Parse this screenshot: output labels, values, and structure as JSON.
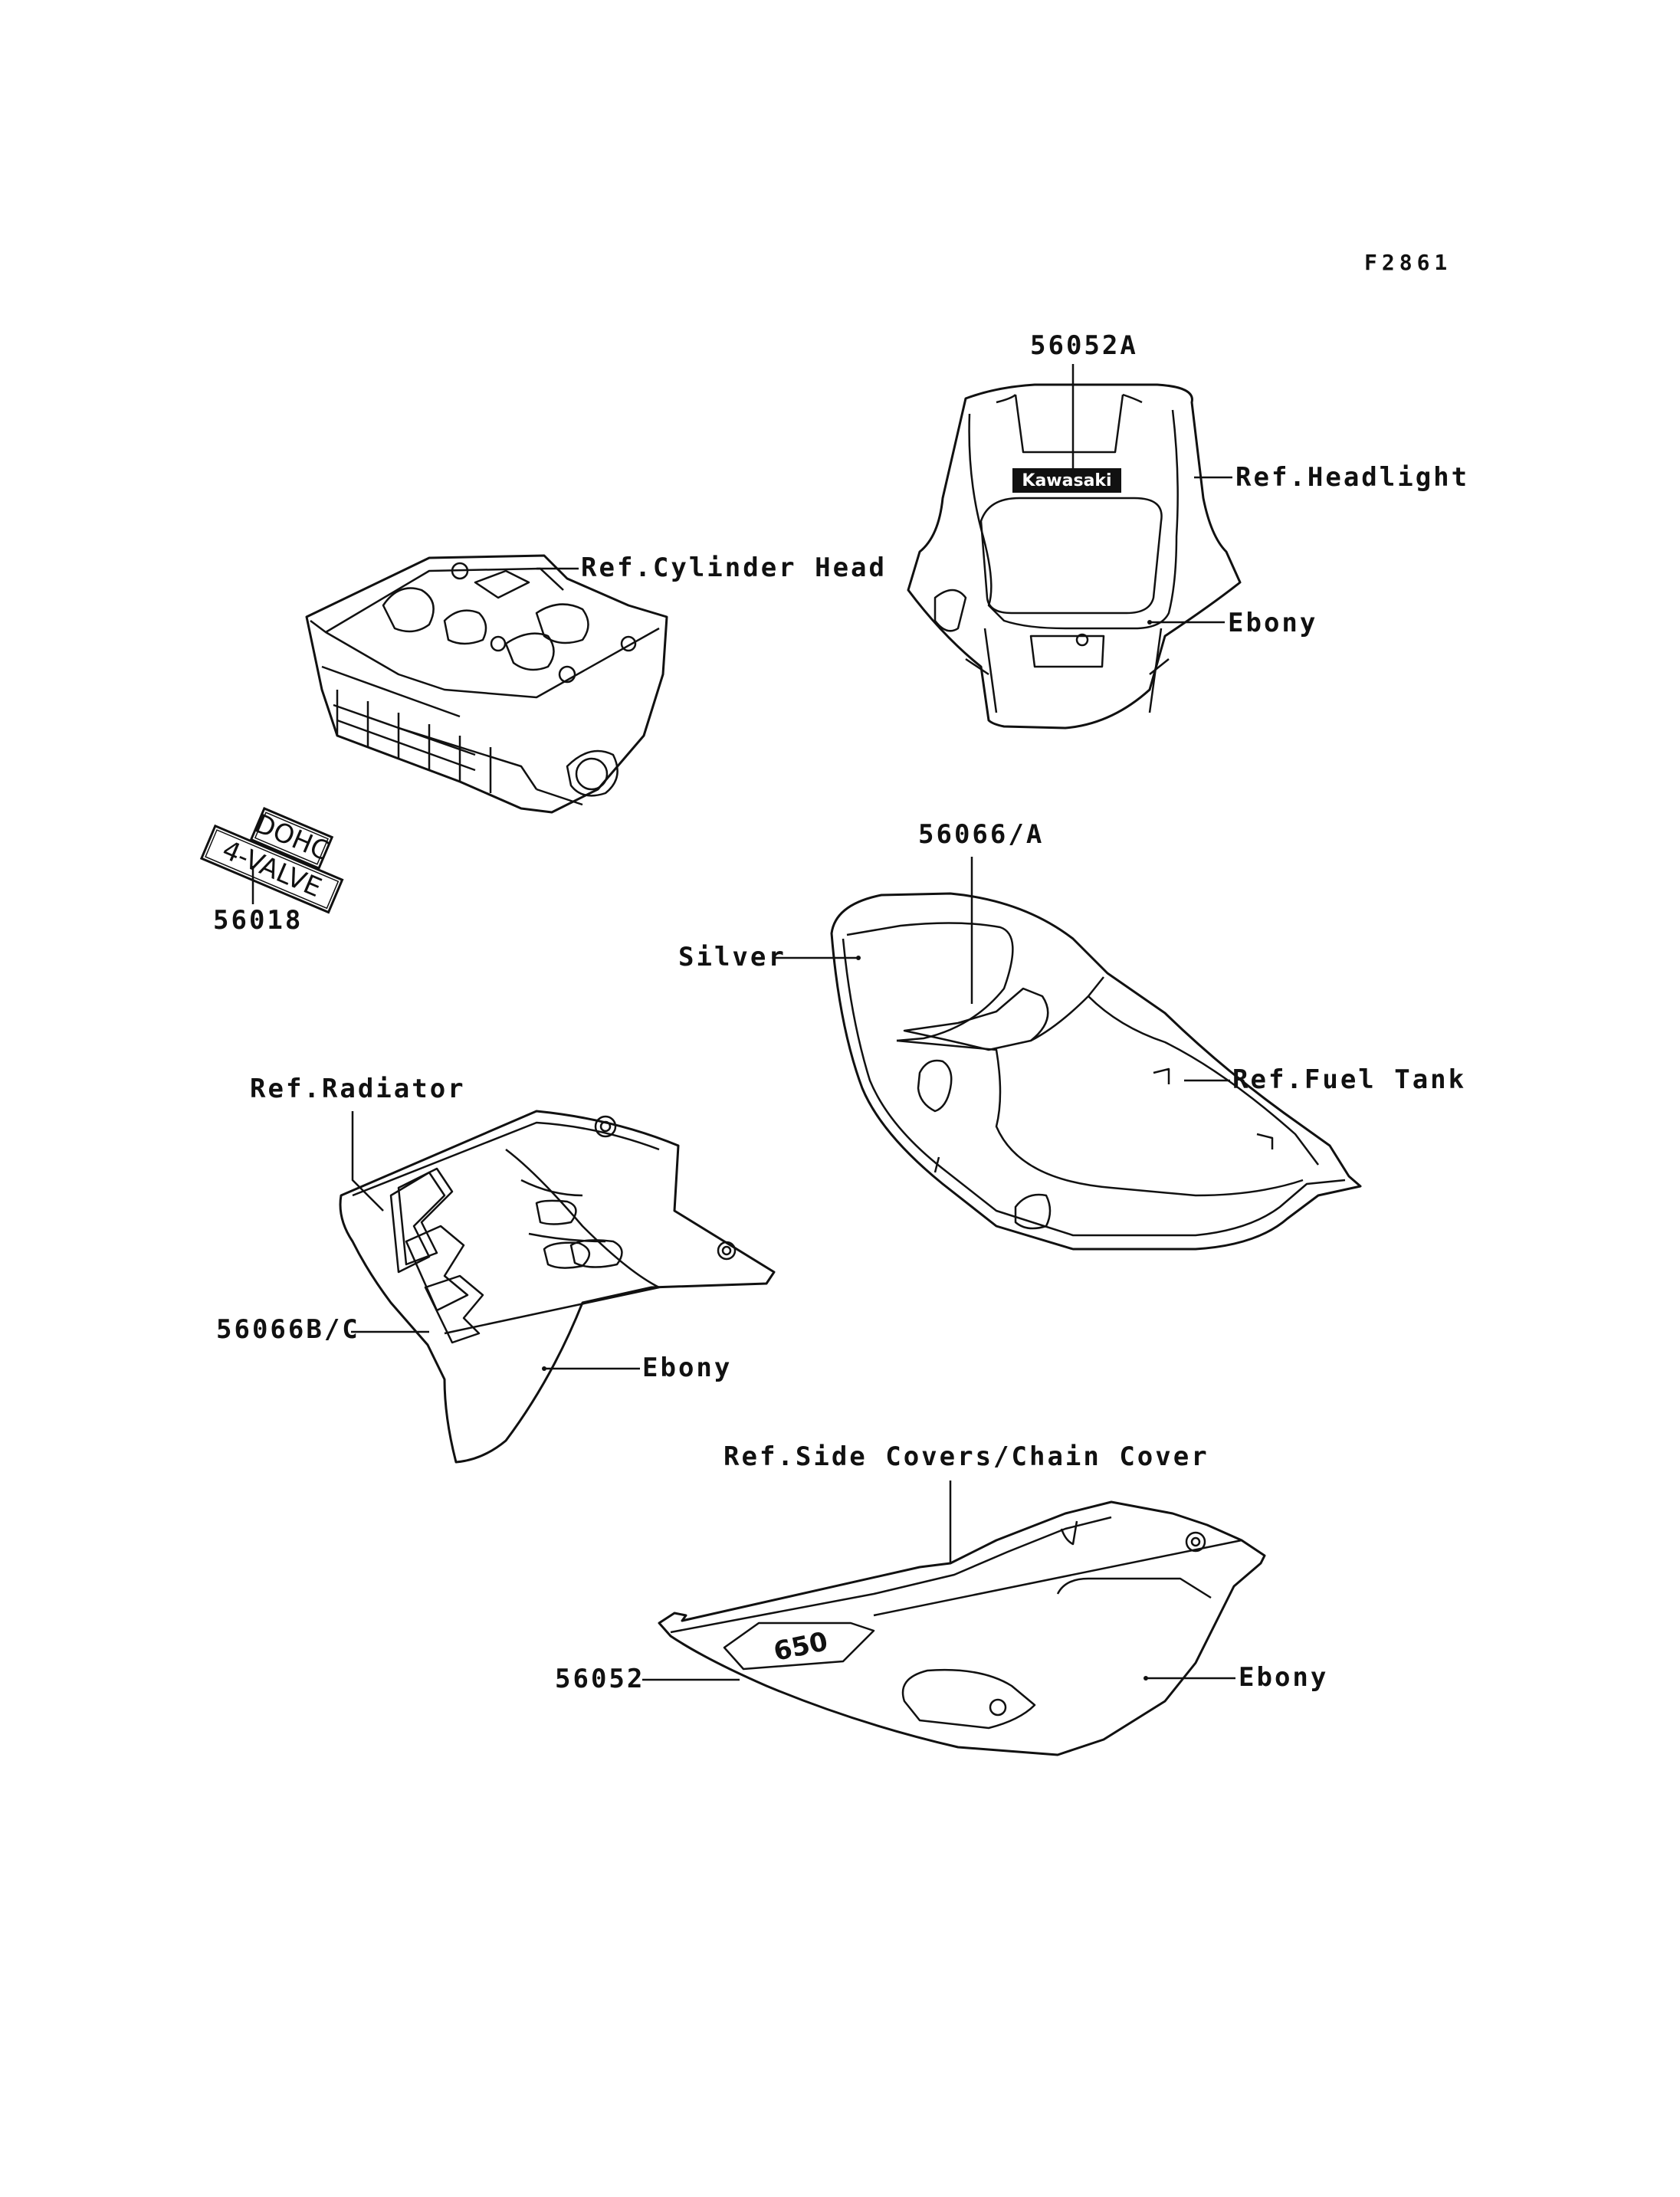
{
  "figure_id": "F2861",
  "labels": {
    "headlight_part": "56052A",
    "headlight_ref": "Ref.Headlight",
    "headlight_color": "Ebony",
    "cylinder_head_ref": "Ref.Cylinder Head",
    "dohc_part": "56018",
    "fuel_tank_part": "56066/A",
    "fuel_tank_color": "Silver",
    "fuel_tank_ref": "Ref.Fuel Tank",
    "radiator_ref": "Ref.Radiator",
    "radiator_part": "56066B/C",
    "radiator_color": "Ebony",
    "side_cover_ref": "Ref.Side Covers/Chain Cover",
    "side_cover_part": "56052",
    "side_cover_color": "Ebony"
  },
  "decals": {
    "kawasaki": "Kawasaki",
    "dohc_line1": "DOHC",
    "dohc_line2": "4-VALVE",
    "side_number": "650"
  }
}
